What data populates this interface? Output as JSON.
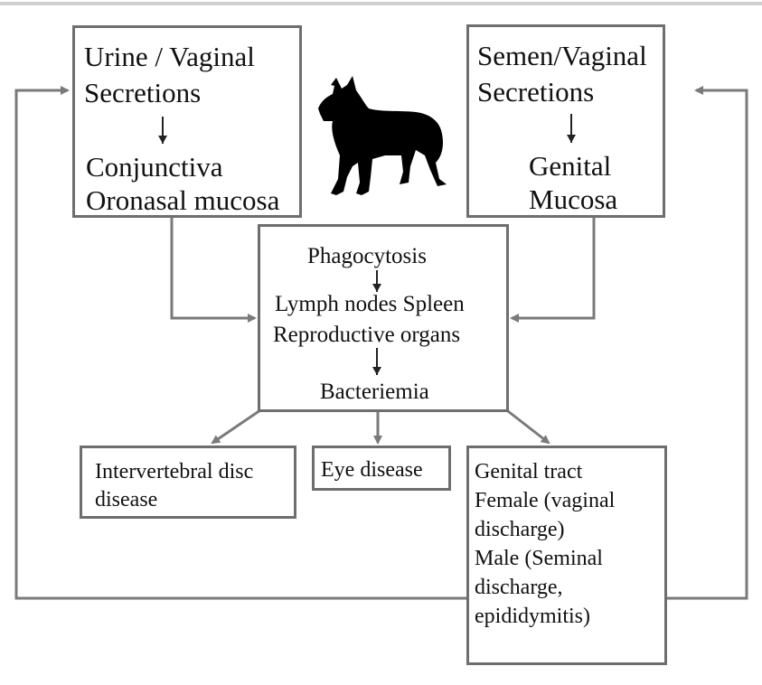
{
  "boxes": {
    "urine": {
      "title_line1": "Urine / Vaginal",
      "title_line2": "Secretions",
      "target_line1": "Conjunctiva",
      "target_line2": "Oronasal mucosa"
    },
    "semen": {
      "title_line1": "Semen/Vaginal",
      "title_line2": "Secretions",
      "target_line1": "Genital",
      "target_line2": "Mucosa"
    },
    "center": {
      "line1": "Phagocytosis",
      "line2": "Lymph nodes Spleen",
      "line3": "Reproductive organs",
      "line4": "Bacteriemia"
    },
    "outcomes": {
      "disc_line1": "Intervertebral disc",
      "disc_line2": "disease",
      "eye": "Eye disease",
      "genital_line1": "Genital tract",
      "genital_line2": "Female (vaginal",
      "genital_line3": "discharge)",
      "genital_line4": "Male (Seminal",
      "genital_line5": "discharge,",
      "genital_line6": "epididymitis)"
    }
  },
  "colors": {
    "box_border": "#6e6e6e",
    "connector": "#7a7a7a",
    "text": "#111111",
    "silhouette": "#000000"
  },
  "icons": {
    "dog": "dog-silhouette-icon"
  }
}
